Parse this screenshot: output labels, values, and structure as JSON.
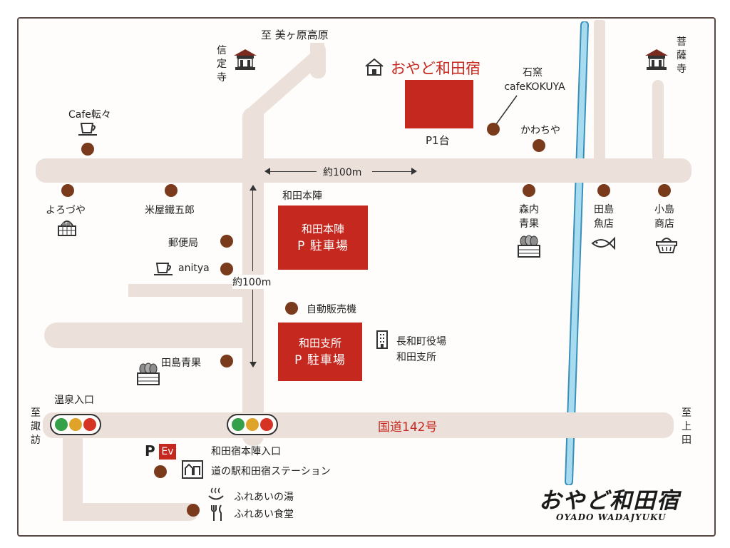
{
  "header": {
    "inn_name": "おやど和田宿",
    "brand_script": "おやど和田宿",
    "brand_roman": "OYADO WADAJYUKU"
  },
  "directions": {
    "north": "至 美ヶ原高原",
    "west": "至諏訪",
    "east": "至上田"
  },
  "temples": {
    "shinjo": "信定寺",
    "bodai": "菩薩寺"
  },
  "distances": {
    "horizontal": "約100m",
    "vertical": "約100m"
  },
  "parking": {
    "inn_note": "P1台",
    "honjin_line1": "和田本陣",
    "honjin_line2": "P 駐車場",
    "shisho_line1": "和田支所",
    "shisho_line2": "P 駐車場"
  },
  "places": {
    "cafe_tenten": "Cafe転々",
    "yorozuya": "よろづや",
    "yoneya": "米屋鐵五郎",
    "post_office": "郵便局",
    "anitya": "anitya",
    "tajima_seika": "田島青果",
    "onsen_entrance": "温泉入口",
    "wada_honjin": "和田本陣",
    "vending": "自動販売機",
    "town_office_line1": "長和町役場",
    "town_office_line2": "和田支所",
    "ishigama_line1": "石窯",
    "ishigama_line2": "cafeKOKUYA",
    "kawachiya": "かわちや",
    "moriuchi": "森内青果",
    "tajima_uoten": "田島魚店",
    "kojima": "小島商店",
    "honjin_entrance": "和田宿本陣入口",
    "michinoeki": "道の駅和田宿ステーション",
    "fureai_yu": "ふれあいの湯",
    "fureai_shokudo": "ふれあい食堂"
  },
  "route": {
    "name": "国道142号"
  },
  "ev_badge": {
    "p": "P",
    "ev": "Ev"
  },
  "colors": {
    "road": "#ece0da",
    "parking": "#c5281e",
    "dot": "#7a3b1d",
    "river": "#9fd6ec",
    "signal_green": "#35a04a",
    "signal_yellow": "#e0a32a",
    "signal_red": "#d53324",
    "accent_text": "#c5281e"
  },
  "icons": [
    "temple-icon",
    "house-icon",
    "coffee-cup-icon",
    "basket-icon",
    "vegetable-crate-icon",
    "fish-icon",
    "shopping-basket-icon",
    "building-icon",
    "station-icon",
    "hot-spring-icon",
    "fork-knife-icon"
  ]
}
